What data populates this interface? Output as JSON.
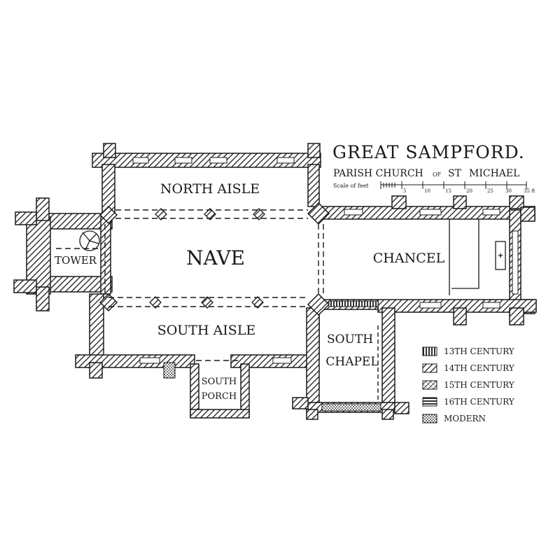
{
  "title": "GREAT SAMPFORD.",
  "subtitle": {
    "part1": "PARISH CHURCH",
    "of": "OF",
    "st": "ST",
    "part2": "MICHAEL"
  },
  "scale": {
    "label": "Scale of feet",
    "ticks": [
      "5",
      "10",
      "15",
      "20",
      "25",
      "30",
      "35 ft"
    ]
  },
  "rooms": {
    "north_aisle": "NORTH AISLE",
    "nave": "NAVE",
    "chancel": "CHANCEL",
    "tower": "TOWER",
    "south_aisle": "SOUTH AISLE",
    "south_chapel_1": "SOUTH",
    "south_chapel_2": "CHAPEL",
    "south_porch_1": "SOUTH",
    "south_porch_2": "PORCH"
  },
  "legend": [
    {
      "label": "13TH CENTURY",
      "pattern": "p13"
    },
    {
      "label": "14TH CENTURY",
      "pattern": "p14"
    },
    {
      "label": "15TH CENTURY",
      "pattern": "p15"
    },
    {
      "label": "16TH CENTURY",
      "pattern": "p16"
    },
    {
      "label": "MODERN",
      "pattern": "pmod"
    }
  ],
  "colors": {
    "ink": "#1a1a1a",
    "paper": "#ffffff"
  }
}
